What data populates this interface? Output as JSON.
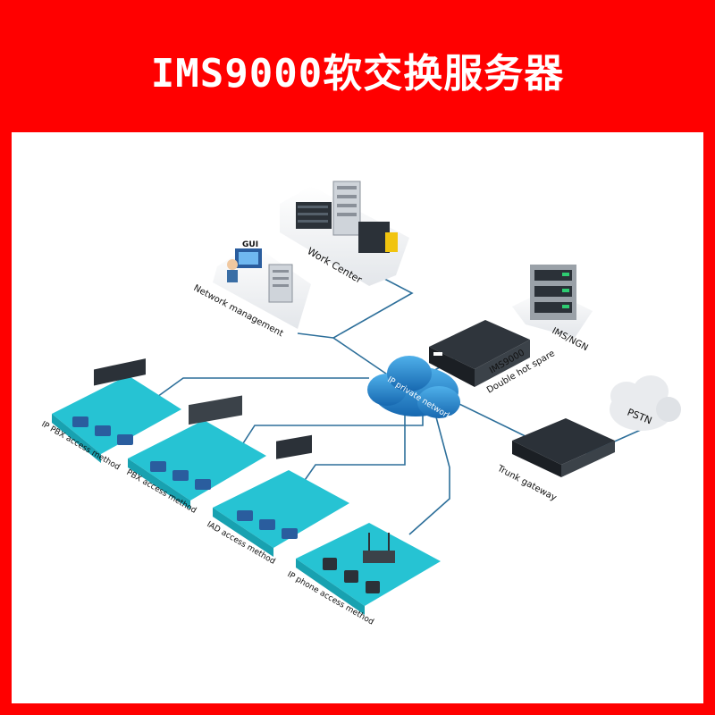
{
  "header": {
    "title": "IMS9000软交换服务器"
  },
  "diagram": {
    "nodes": {
      "work_center": "Work Center",
      "network_management": "Network management",
      "gui_tag": "GUI",
      "ims_ngn": "IMS/NGN",
      "ims9000_line1": "IMS9000",
      "ims9000_line2": "Double hot spare",
      "ip_network": "IP private network",
      "pstn": "PSTN",
      "trunk_gateway": "Trunk gateway"
    },
    "access_methods": [
      {
        "label": "IP PBX access method"
      },
      {
        "label": "PBX access method"
      },
      {
        "label": "IAD access method"
      },
      {
        "label": "IP phone access method"
      }
    ],
    "colors": {
      "frame": "#ff0000",
      "platform": "#26c3d3",
      "link": "#2d6f9a",
      "cloud": "#1f86cc",
      "device": "#23272d"
    }
  }
}
